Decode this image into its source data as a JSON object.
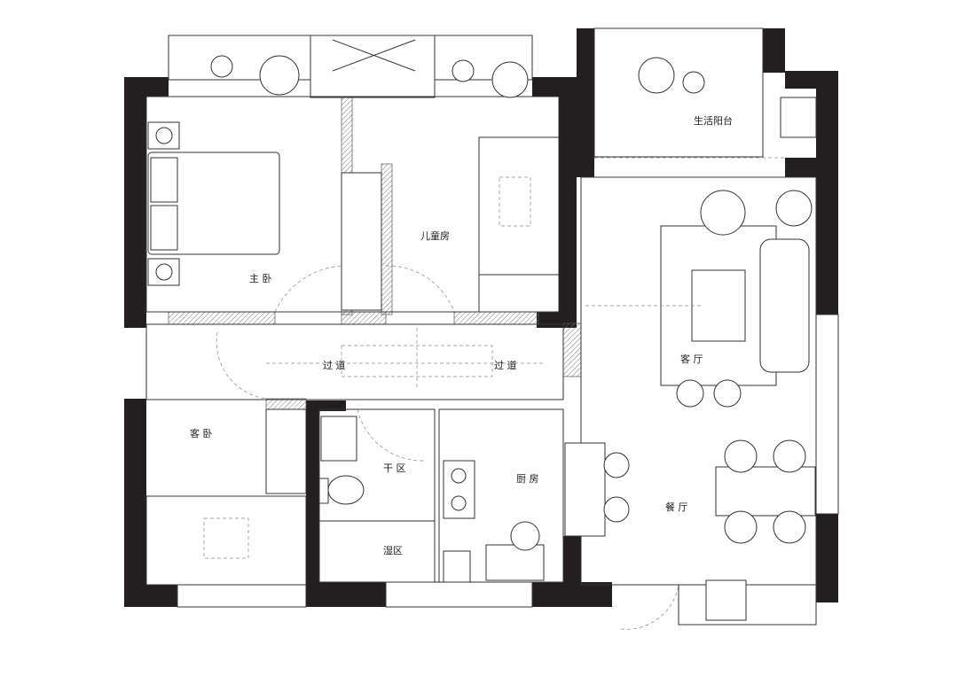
{
  "plan": {
    "rooms": {
      "master_bedroom": "主 卧",
      "kids_room": "儿童房",
      "utility_balcony": "生活阳台",
      "living_room": "客 厅",
      "corridor_left": "过 道",
      "corridor_right": "过 道",
      "guest_bedroom": "客 卧",
      "dry_area": "干 区",
      "wet_area": "湿区",
      "kitchen": "厨 房",
      "dining_room": "餐 厅"
    },
    "colors": {
      "wall": "#231f20",
      "line": "#333333",
      "background": "#ffffff"
    }
  }
}
